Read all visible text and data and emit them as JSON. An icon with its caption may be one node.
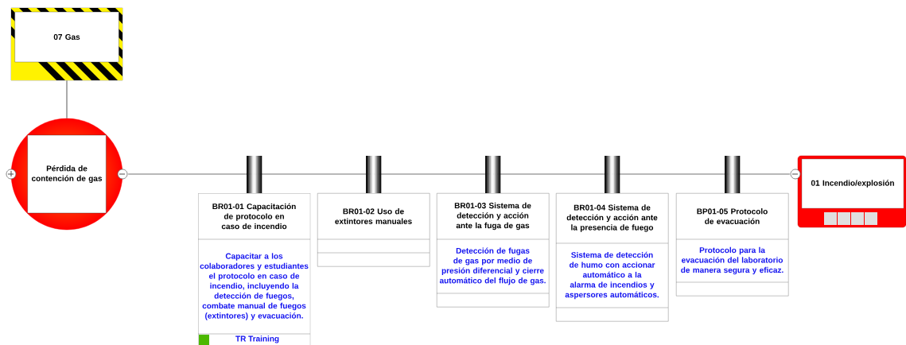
{
  "diagram": {
    "nodes": [
      {
        "text": [
          "07 Gas"
        ]
      },
      {
        "text": [
          "Pérdida de contención de gas"
        ]
      },
      {
        "text": [
          "BR01-01 Capacitación de protocolo en caso de incendio",
          "Capacitar a los colaboradores y estudiantes el protocolo en caso de incendio, incluyendo la detección de fuegos, combate manual de fuegos (extintores) y evacuación.",
          "TR Training"
        ]
      },
      {
        "text": [
          "BR01-02 Uso de extintores manuales"
        ]
      },
      {
        "text": [
          "BR01-03 Sistema de detección y acción ante la fuga de gas",
          "Detección de fugas de gas por medio de presión diferencial y cierre automático del flujo de gas."
        ]
      },
      {
        "text": [
          "BR01-04 Sistema de detección y acción ante la presencia de fuego",
          "Sistema de detección de humo con accionar automático a la alarma de incendios y aspersores automáticos."
        ]
      },
      {
        "text": [
          "BP01-05 Protocolo de evacuación",
          "Protocolo para la evacuación del laboratorio de manera segura y eficaz."
        ]
      },
      {
        "text": [
          "01 Incendio/explosión"
        ]
      }
    ],
    "edges": [
      {
        "from": 0,
        "to": 1,
        "arrow": "none"
      },
      {
        "from": 1,
        "to": 7,
        "arrow": "none"
      }
    ]
  }
}
